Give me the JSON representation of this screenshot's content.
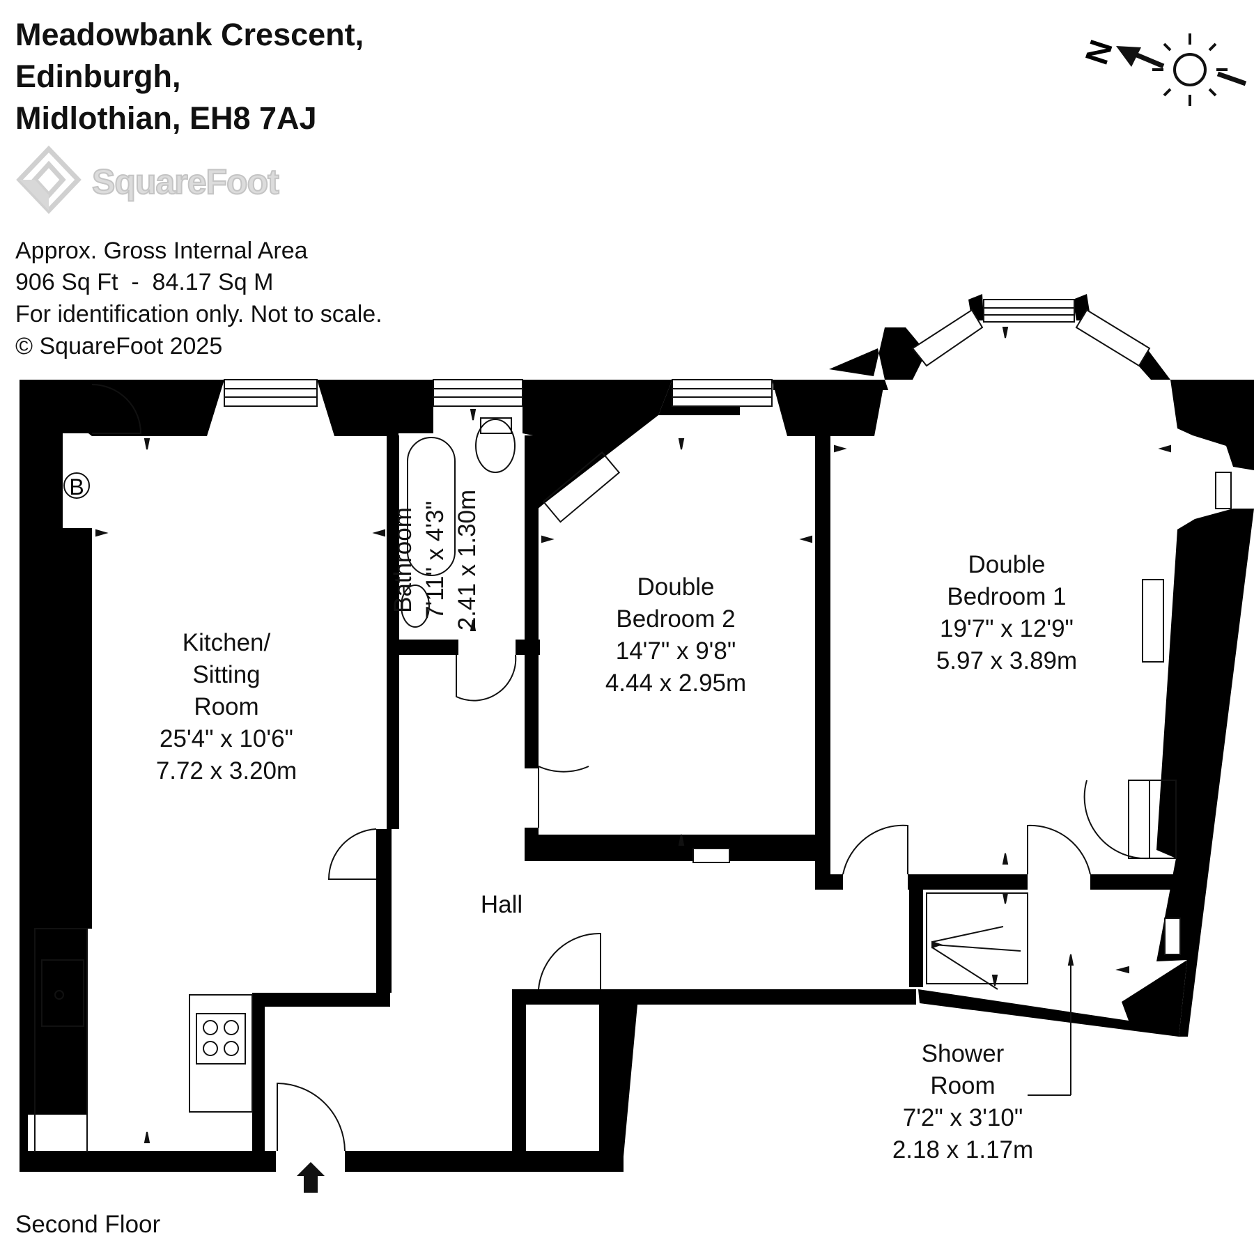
{
  "address": {
    "line1": "Meadowbank Crescent,",
    "line2": "Edinburgh,",
    "line3": "Midlothian, EH8 7AJ"
  },
  "brand": {
    "name": "SquareFoot",
    "logo_icon": "squarefoot-diamond-logo-icon"
  },
  "area_info": {
    "label": "Approx. Gross Internal Area",
    "area": "906 Sq Ft  -  84.17 Sq M",
    "disclaimer": "For identification only. Not to scale.",
    "copyright": "© SquareFoot 2025"
  },
  "compass": {
    "north_label": "N",
    "icons": [
      "north-arrow-icon",
      "sun-icon"
    ]
  },
  "rooms": {
    "kitchen": {
      "name_l1": "Kitchen/",
      "name_l2": "Sitting",
      "name_l3": "Room",
      "imperial": "25'4\" x 10'6\"",
      "metric": "7.72 x 3.20m"
    },
    "bathroom": {
      "name": "Bathroom",
      "imperial": "7'11\" x 4'3\"",
      "metric": "2.41 x 1.30m"
    },
    "bedroom2": {
      "name_l1": "Double",
      "name_l2": "Bedroom 2",
      "imperial": "14'7\" x 9'8\"",
      "metric": "4.44 x 2.95m"
    },
    "bedroom1": {
      "name_l1": "Double",
      "name_l2": "Bedroom 1",
      "imperial": "19'7\" x 12'9\"",
      "metric": "5.97 x 3.89m"
    },
    "hall": {
      "name": "Hall"
    },
    "shower": {
      "name_l1": "Shower",
      "name_l2": "Room",
      "imperial": "7'2\" x 3'10\"",
      "metric": "2.18 x 1.17m"
    }
  },
  "boiler_label": "B",
  "floor_label": "Second Floor",
  "colors": {
    "wall": "#000000",
    "background": "#ffffff",
    "watermark": "#cfcfcf"
  }
}
